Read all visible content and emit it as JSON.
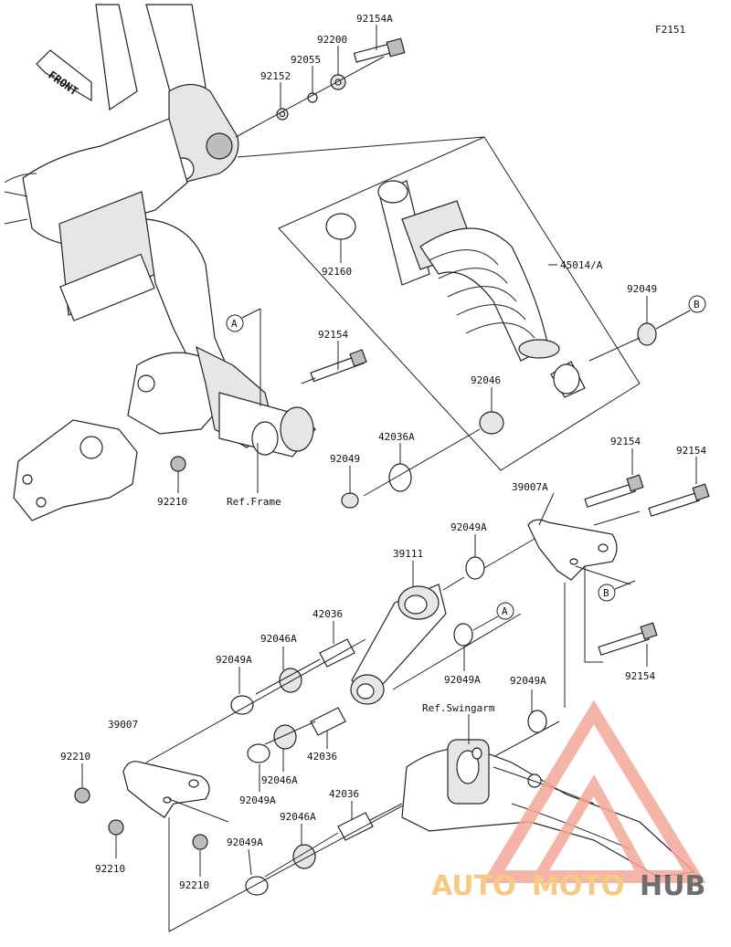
{
  "diagram": {
    "code": "F2151",
    "front_label": "FRONT",
    "refs": {
      "frame": "Ref.Frame",
      "swingarm": "Ref.Swingarm"
    },
    "callouts": {
      "a": "A",
      "b": "B"
    },
    "parts": {
      "p92154A": "92154A",
      "p92200": "92200",
      "p92055": "92055",
      "p92152": "92152",
      "p92160": "92160",
      "p45014A": "45014/A",
      "p92049_top": "92049",
      "p92154_frame": "92154",
      "p92046_top": "92046",
      "p42036A": "42036A",
      "p92049_mid": "92049",
      "p92210_frame": "92210",
      "p92154_r1": "92154",
      "p92154_r2": "92154",
      "p39007A": "39007A",
      "p92049A_1": "92049A",
      "p39111": "39111",
      "p42036_1": "42036",
      "p92046A_1": "92046A",
      "p92049A_2": "92049A",
      "p92049A_3": "92049A",
      "p92049A_4": "92049A",
      "p92154_low": "92154",
      "p39007": "39007",
      "p92210_1": "92210",
      "p42036_2": "42036",
      "p92046A_2": "92046A",
      "p92049A_5": "92049A",
      "p92210_2": "92210",
      "p92210_3": "92210",
      "p42036_3": "42036",
      "p92046A_3": "92046A",
      "p92049A_6": "92049A"
    }
  },
  "watermark": {
    "part1": "AUTO",
    "part2": "MOTO",
    "part3": "HUB",
    "color_primary": "#f4a79a",
    "color_secondary": "#f6c16e",
    "color_dark": "#555555"
  }
}
